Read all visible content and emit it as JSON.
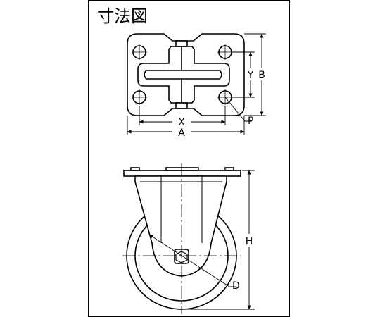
{
  "title": "寸法図",
  "labels": {
    "x": "X",
    "a": "A",
    "y": "Y",
    "b": "B",
    "p": "P",
    "h": "H",
    "d": "D"
  }
}
